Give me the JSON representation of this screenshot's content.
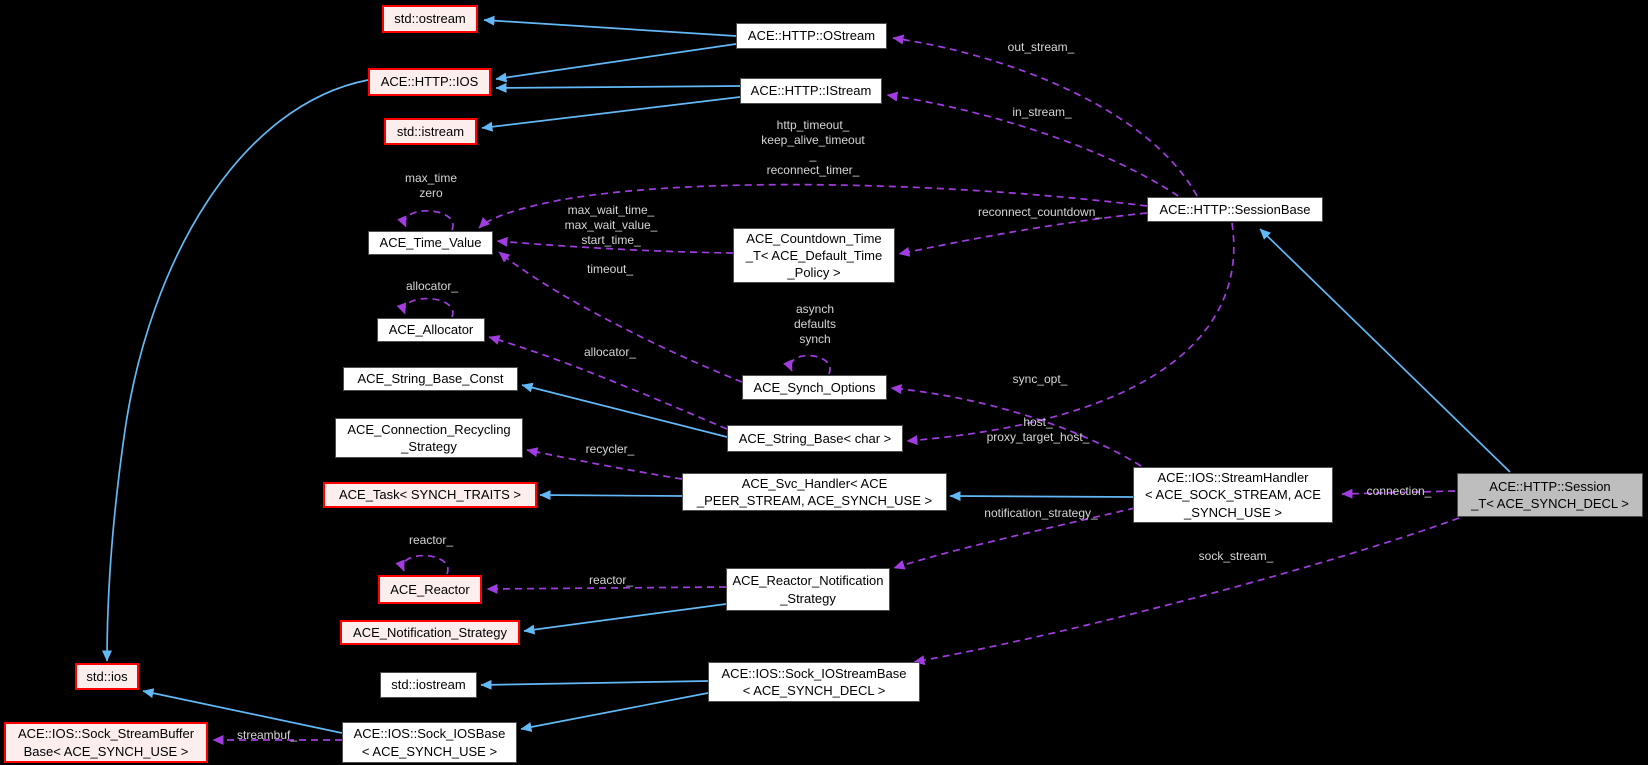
{
  "diagram": {
    "kind": "doxygen-collaboration-graph",
    "focus_class": "ACE::HTTP::Session_T< ACE_SYNCH_DECL >",
    "colors": {
      "background": "#000000",
      "inheritance_edge": "#63b8f6",
      "usage_edge": "#a13de0",
      "node_fill": "#ffffff",
      "emphasized_node_fill": "#fdeeee",
      "emphasized_node_border": "#fe0000",
      "focus_node_fill": "#bebebe",
      "edge_label_text": "#d6d6d6",
      "node_text": "#000000"
    }
  },
  "nodes": [
    {
      "id": "std-ostream",
      "label": "std::ostream",
      "style": "emph"
    },
    {
      "id": "ace-http-ostream",
      "label": "ACE::HTTP::OStream",
      "style": "normal"
    },
    {
      "id": "ace-http-ios",
      "label": "ACE::HTTP::IOS",
      "style": "emph"
    },
    {
      "id": "ace-http-istream",
      "label": "ACE::HTTP::IStream",
      "style": "normal"
    },
    {
      "id": "std-istream",
      "label": "std::istream",
      "style": "emph"
    },
    {
      "id": "ace-http-sessionbase",
      "label": "ACE::HTTP::SessionBase",
      "style": "normal"
    },
    {
      "id": "ace-time-value",
      "label": "ACE_Time_Value",
      "style": "normal"
    },
    {
      "id": "ace-countdown-time-t",
      "label": "ACE_Countdown_Time\n_T< ACE_Default_Time\n_Policy >",
      "style": "normal"
    },
    {
      "id": "ace-allocator",
      "label": "ACE_Allocator",
      "style": "normal"
    },
    {
      "id": "ace-string-base-const",
      "label": "ACE_String_Base_Const",
      "style": "normal"
    },
    {
      "id": "ace-synch-options",
      "label": "ACE_Synch_Options",
      "style": "normal"
    },
    {
      "id": "ace-connection-recycling-strategy",
      "label": "ACE_Connection_Recycling\n_Strategy",
      "style": "normal"
    },
    {
      "id": "ace-string-base-char",
      "label": "ACE_String_Base< char >",
      "style": "normal"
    },
    {
      "id": "ace-task",
      "label": "ACE_Task< SYNCH_TRAITS >",
      "style": "emph"
    },
    {
      "id": "ace-svc-handler",
      "label": "ACE_Svc_Handler< ACE\n_PEER_STREAM, ACE_SYNCH_USE >",
      "style": "normal"
    },
    {
      "id": "ace-ios-streamhandler",
      "label": "ACE::IOS::StreamHandler\n< ACE_SOCK_STREAM, ACE\n_SYNCH_USE >",
      "style": "normal"
    },
    {
      "id": "ace-http-session-t",
      "label": "ACE::HTTP::Session\n_T< ACE_SYNCH_DECL >",
      "style": "focus"
    },
    {
      "id": "ace-reactor",
      "label": "ACE_Reactor",
      "style": "emph"
    },
    {
      "id": "ace-reactor-notification-strategy",
      "label": "ACE_Reactor_Notification\n_Strategy",
      "style": "normal"
    },
    {
      "id": "ace-notification-strategy",
      "label": "ACE_Notification_Strategy",
      "style": "emph"
    },
    {
      "id": "std-ios",
      "label": "std::ios",
      "style": "emph"
    },
    {
      "id": "std-iostream",
      "label": "std::iostream",
      "style": "normal"
    },
    {
      "id": "ace-ios-sock-iostreambase",
      "label": "ACE::IOS::Sock_IOStreamBase\n< ACE_SYNCH_DECL >",
      "style": "normal"
    },
    {
      "id": "ace-ios-sock-streambufferbase",
      "label": "ACE::IOS::Sock_StreamBuffer\nBase< ACE_SYNCH_USE >",
      "style": "emph"
    },
    {
      "id": "ace-ios-sock-iosbase",
      "label": "ACE::IOS::Sock_IOSBase\n< ACE_SYNCH_USE >",
      "style": "normal"
    }
  ],
  "edge_labels": [
    {
      "id": "out-stream",
      "text": "out_stream_"
    },
    {
      "id": "in-stream",
      "text": "in_stream_"
    },
    {
      "id": "timeouts-block",
      "text": "http_timeout_\nkeep_alive_timeout\n_\nreconnect_timer_"
    },
    {
      "id": "reconnect-countdown",
      "text": "reconnect_countdown_"
    },
    {
      "id": "max-time-zero",
      "text": "max_time\nzero"
    },
    {
      "id": "max-wait-block",
      "text": "max_wait_time_\nmax_wait_value_\nstart_time_"
    },
    {
      "id": "timeout",
      "text": "timeout_"
    },
    {
      "id": "allocator-self",
      "text": "allocator_"
    },
    {
      "id": "allocator-edge",
      "text": "allocator_"
    },
    {
      "id": "synch-self",
      "text": "asynch\ndefaults\nsynch"
    },
    {
      "id": "sync-opt",
      "text": "sync_opt_"
    },
    {
      "id": "host-block",
      "text": "host_\nproxy_target_host_"
    },
    {
      "id": "recycler",
      "text": "recycler_"
    },
    {
      "id": "connection",
      "text": "connection_"
    },
    {
      "id": "notification-strategy",
      "text": "notification_strategy_"
    },
    {
      "id": "sock-stream",
      "text": "sock_stream_"
    },
    {
      "id": "reactor-self",
      "text": "reactor_"
    },
    {
      "id": "reactor-edge",
      "text": "reactor_"
    },
    {
      "id": "streambuf",
      "text": "streambuf_"
    }
  ],
  "edges": [
    {
      "from": "ACE::HTTP::OStream",
      "to": "std::ostream",
      "kind": "inheritance"
    },
    {
      "from": "ACE::HTTP::OStream",
      "to": "ACE::HTTP::IOS",
      "kind": "inheritance"
    },
    {
      "from": "ACE::HTTP::IStream",
      "to": "ACE::HTTP::IOS",
      "kind": "inheritance"
    },
    {
      "from": "ACE::HTTP::IStream",
      "to": "std::istream",
      "kind": "inheritance"
    },
    {
      "from": "ACE::HTTP::IOS",
      "to": "std::ios",
      "kind": "inheritance"
    },
    {
      "from": "ACE_String_Base< char >",
      "to": "ACE_String_Base_Const",
      "kind": "inheritance"
    },
    {
      "from": "ACE_Svc_Handler< ACE_PEER_STREAM, ACE_SYNCH_USE >",
      "to": "ACE_Task< SYNCH_TRAITS >",
      "kind": "inheritance"
    },
    {
      "from": "ACE::IOS::StreamHandler< ACE_SOCK_STREAM, ACE_SYNCH_USE >",
      "to": "ACE_Svc_Handler< ACE_PEER_STREAM, ACE_SYNCH_USE >",
      "kind": "inheritance"
    },
    {
      "from": "ACE::HTTP::Session_T< ACE_SYNCH_DECL >",
      "to": "ACE::HTTP::SessionBase",
      "kind": "inheritance"
    },
    {
      "from": "ACE_Reactor_Notification_Strategy",
      "to": "ACE_Notification_Strategy",
      "kind": "inheritance"
    },
    {
      "from": "ACE::IOS::Sock_IOStreamBase< ACE_SYNCH_DECL >",
      "to": "std::iostream",
      "kind": "inheritance"
    },
    {
      "from": "ACE::IOS::Sock_IOStreamBase< ACE_SYNCH_DECL >",
      "to": "ACE::IOS::Sock_IOSBase< ACE_SYNCH_USE >",
      "kind": "inheritance"
    },
    {
      "from": "ACE::IOS::Sock_IOSBase< ACE_SYNCH_USE >",
      "to": "std::ios",
      "kind": "inheritance"
    },
    {
      "from": "ACE::HTTP::SessionBase",
      "to": "ACE::HTTP::OStream",
      "kind": "usage",
      "label": "out_stream_"
    },
    {
      "from": "ACE::HTTP::SessionBase",
      "to": "ACE::HTTP::IStream",
      "kind": "usage",
      "label": "in_stream_"
    },
    {
      "from": "ACE::HTTP::SessionBase",
      "to": "ACE_Time_Value",
      "kind": "usage",
      "label": "http_timeout_ keep_alive_timeout_ reconnect_timer_"
    },
    {
      "from": "ACE::HTTP::SessionBase",
      "to": "ACE_Countdown_Time_T< ACE_Default_Time_Policy >",
      "kind": "usage",
      "label": "reconnect_countdown_"
    },
    {
      "from": "ACE_Time_Value",
      "to": "ACE_Time_Value",
      "kind": "usage",
      "label": "max_time zero"
    },
    {
      "from": "ACE_Countdown_Time_T< ACE_Default_Time_Policy >",
      "to": "ACE_Time_Value",
      "kind": "usage",
      "label": "max_wait_time_ max_wait_value_ start_time_"
    },
    {
      "from": "ACE_Synch_Options",
      "to": "ACE_Time_Value",
      "kind": "usage",
      "label": "timeout_"
    },
    {
      "from": "ACE_Allocator",
      "to": "ACE_Allocator",
      "kind": "usage",
      "label": "allocator_"
    },
    {
      "from": "ACE_String_Base< char >",
      "to": "ACE_Allocator",
      "kind": "usage",
      "label": "allocator_"
    },
    {
      "from": "ACE_Synch_Options",
      "to": "ACE_Synch_Options",
      "kind": "usage",
      "label": "asynch defaults synch"
    },
    {
      "from": "ACE::IOS::StreamHandler< ACE_SOCK_STREAM, ACE_SYNCH_USE >",
      "to": "ACE_Synch_Options",
      "kind": "usage",
      "label": "sync_opt_"
    },
    {
      "from": "ACE::HTTP::SessionBase",
      "to": "ACE_String_Base< char >",
      "kind": "usage",
      "label": "host_ proxy_target_host_"
    },
    {
      "from": "ACE_Svc_Handler< ACE_PEER_STREAM, ACE_SYNCH_USE >",
      "to": "ACE_Connection_Recycling_Strategy",
      "kind": "usage",
      "label": "recycler_"
    },
    {
      "from": "ACE::HTTP::Session_T< ACE_SYNCH_DECL >",
      "to": "ACE::IOS::StreamHandler< ACE_SOCK_STREAM, ACE_SYNCH_USE >",
      "kind": "usage",
      "label": "connection_"
    },
    {
      "from": "ACE::IOS::StreamHandler< ACE_SOCK_STREAM, ACE_SYNCH_USE >",
      "to": "ACE_Reactor_Notification_Strategy",
      "kind": "usage",
      "label": "notification_strategy_"
    },
    {
      "from": "ACE::HTTP::Session_T< ACE_SYNCH_DECL >",
      "to": "ACE::IOS::Sock_IOStreamBase< ACE_SYNCH_DECL >",
      "kind": "usage",
      "label": "sock_stream_"
    },
    {
      "from": "ACE_Reactor",
      "to": "ACE_Reactor",
      "kind": "usage",
      "label": "reactor_"
    },
    {
      "from": "ACE_Reactor_Notification_Strategy",
      "to": "ACE_Reactor",
      "kind": "usage",
      "label": "reactor_"
    },
    {
      "from": "ACE::IOS::Sock_IOSBase< ACE_SYNCH_USE >",
      "to": "ACE::IOS::Sock_StreamBufferBase< ACE_SYNCH_USE >",
      "kind": "usage",
      "label": "streambuf_"
    }
  ]
}
